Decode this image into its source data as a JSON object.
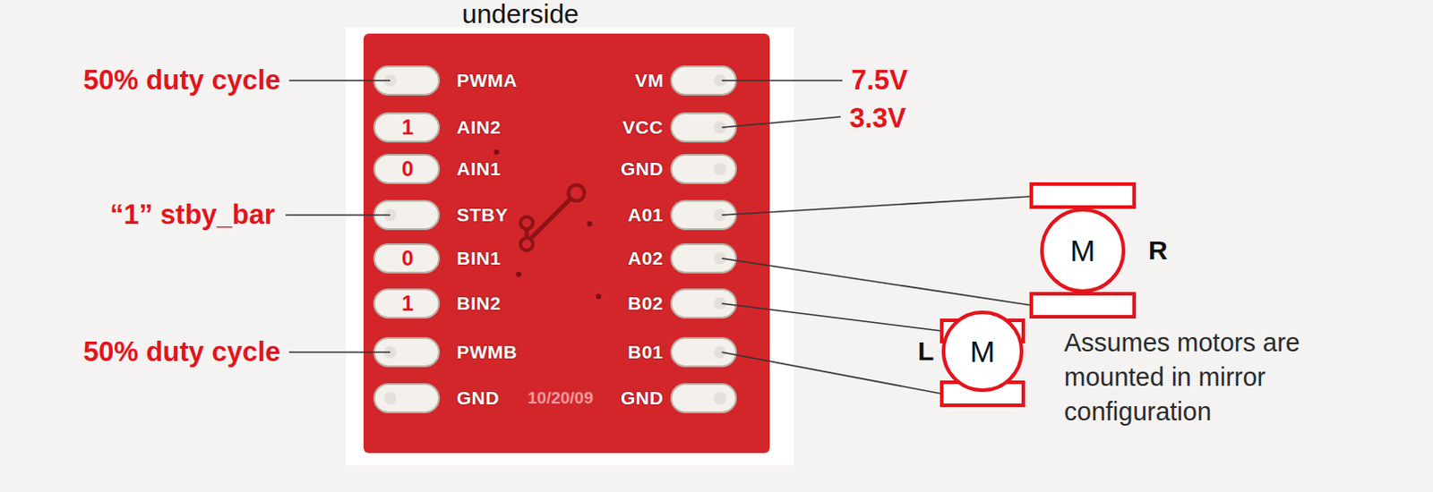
{
  "diagram": {
    "nodes": [
      {
        "text": [
          "M"
        ]
      },
      {
        "text": [
          "M"
        ]
      }
    ],
    "labels": [
      "underside",
      "50% duty cycle",
      "“1” stby_bar",
      "50% duty cycle",
      "PWMA",
      "AIN2",
      "AIN1",
      "STBY",
      "BIN1",
      "BIN2",
      "PWMB",
      "GND",
      "VM",
      "VCC",
      "GND",
      "A01",
      "A02",
      "B02",
      "B01",
      "GND",
      "10/20/09",
      "1",
      "0",
      "0",
      "1",
      "7.5V",
      "3.3V",
      "R",
      "L",
      "Assumes motors are mounted in mirror configuration"
    ]
  }
}
